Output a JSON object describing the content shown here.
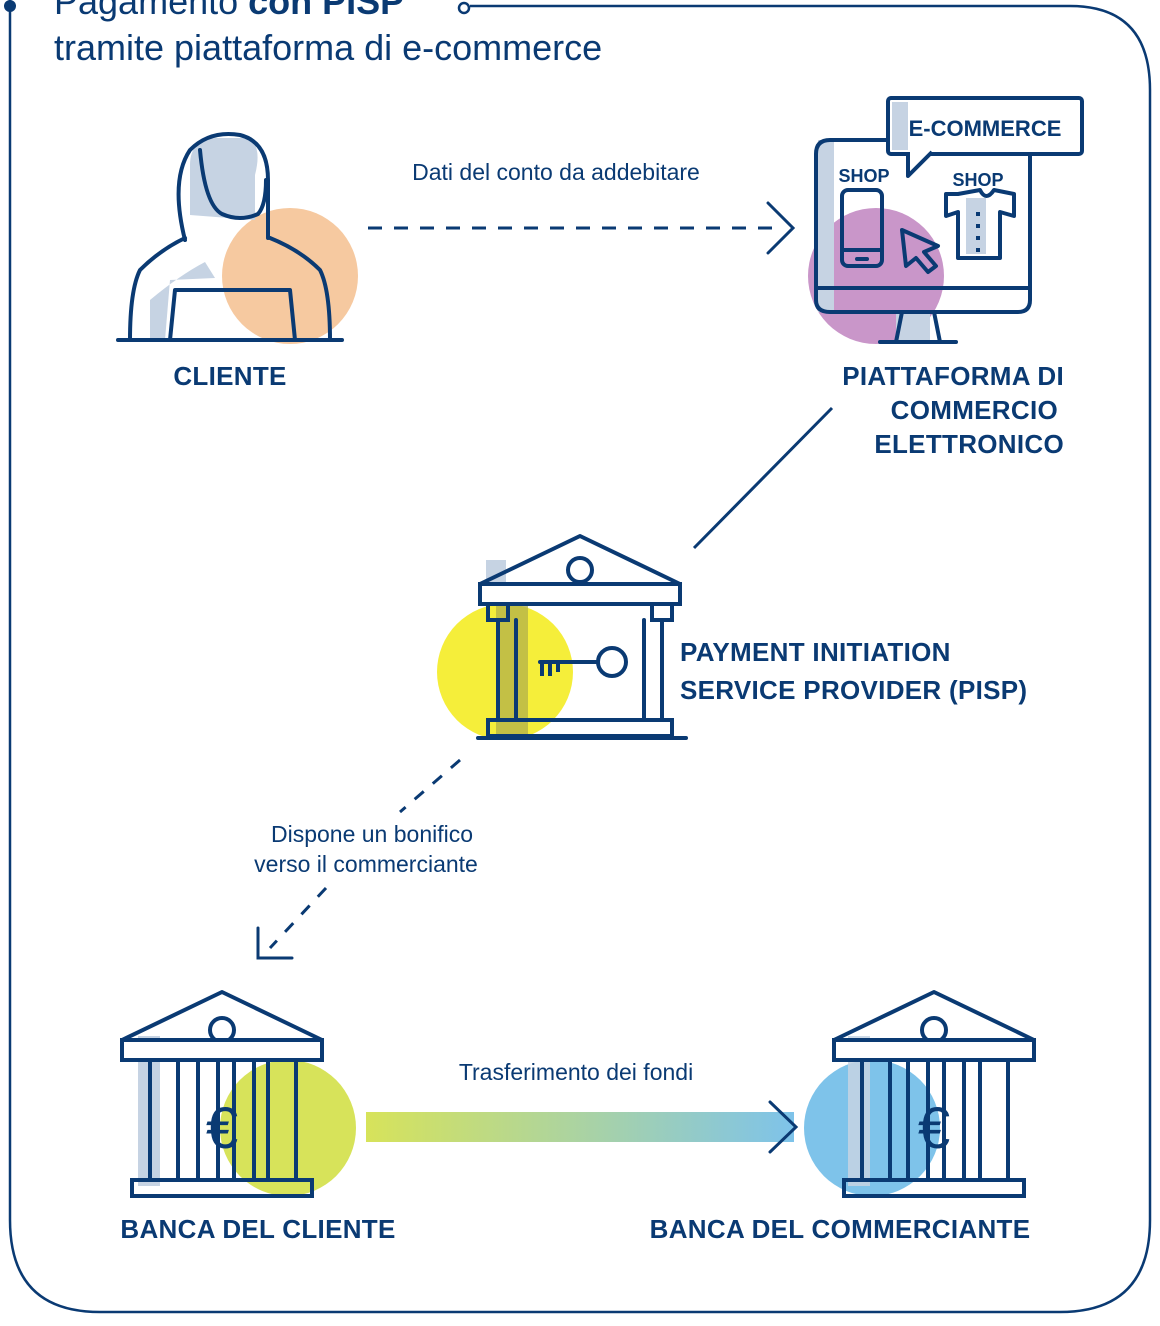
{
  "title": {
    "line1_prefix": "Pagamento ",
    "line1_bold": "con PISP",
    "line2": "tramite piattaforma di e-commerce"
  },
  "nodes": {
    "cliente": "CLIENTE",
    "platform_line1": "PIATTAFORMA DI",
    "platform_line2": "COMMERCIO",
    "platform_line3": "ELETTRONICO",
    "pisp_line1": "PAYMENT INITIATION",
    "pisp_line2": "SERVICE PROVIDER (PISP)",
    "banca_cliente": "BANCA DEL CLIENTE",
    "banca_commerciante": "BANCA DEL COMMERCIANTE"
  },
  "monitor": {
    "bubble": "E-COMMERCE",
    "shop_left": "SHOP",
    "shop_right": "SHOP"
  },
  "edges": {
    "account_data": "Dati del conto da addebitare",
    "transfer_line1": "Dispone un bonifico",
    "transfer_line2": "verso il commerciante",
    "funds": "Trasferimento dei fondi"
  },
  "bank_symbol": "€",
  "colors": {
    "primary": "#0a3a73",
    "cliente_accent": "#f6c9a0",
    "platform_accent": "#c996c9",
    "pisp_accent": "#f5ee3a",
    "bank_client_accent": "#d7e35a",
    "bank_merchant_accent": "#7ec3ea"
  }
}
